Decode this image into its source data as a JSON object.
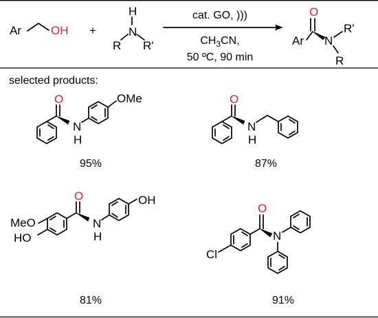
{
  "scheme": {
    "reactant1": {
      "ar": "Ar",
      "oh": "OH"
    },
    "plus": "+",
    "reactant2": {
      "h": "H",
      "n": "N",
      "r": "R",
      "r_prime": "R'"
    },
    "conditions": {
      "line1": "cat. GO, )))",
      "line2_main": "CH",
      "line2_sub": "3",
      "line2_rest": "CN,",
      "line3": "50 ºC, 90 min"
    },
    "product": {
      "o": "O",
      "ar": "Ar",
      "n": "N",
      "r_prime": "R'",
      "r": "R"
    }
  },
  "selected_header": "selected products:",
  "products": [
    {
      "o": "O",
      "nh_n": "N",
      "nh_h": "H",
      "sub": "OMe",
      "yield": "95%"
    },
    {
      "o": "O",
      "nh_n": "N",
      "nh_h": "H",
      "yield": "87%"
    },
    {
      "o": "O",
      "nh_n": "N",
      "nh_h": "H",
      "meo": "MeO",
      "ho": "HO",
      "oh": "OH",
      "yield": "81%"
    },
    {
      "o": "O",
      "n": "N",
      "cl": "Cl",
      "yield": "91%"
    }
  ]
}
